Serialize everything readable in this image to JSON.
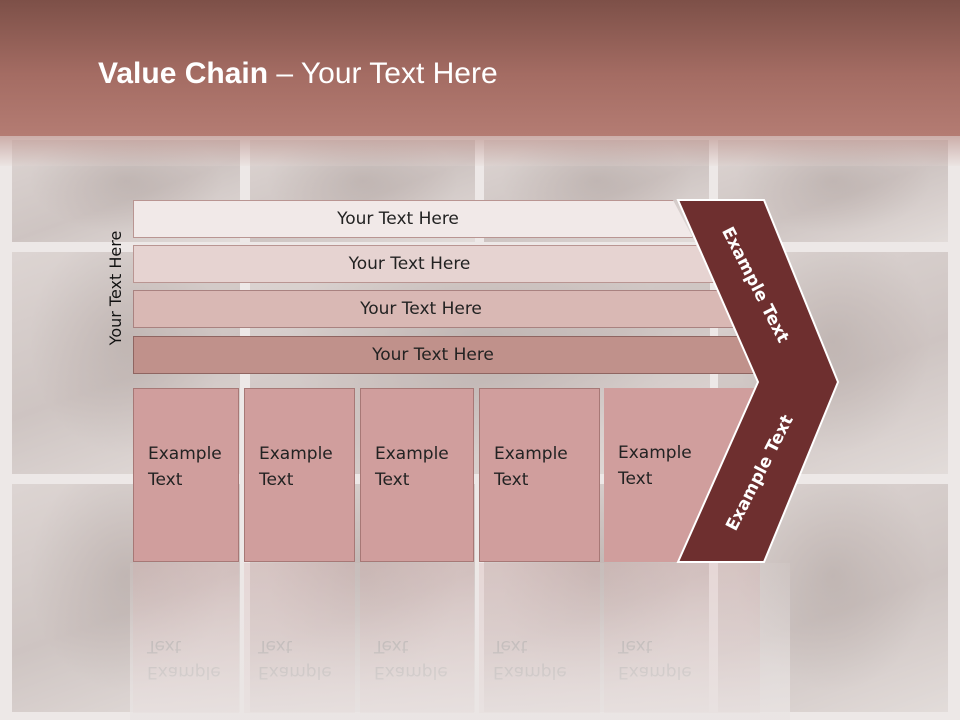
{
  "header": {
    "title_bold": "Value Chain",
    "title_rest": " – Your Text Here"
  },
  "side_label": "Your Text Here",
  "support_rows": [
    "Your Text Here",
    "Your Text Here",
    "Your Text Here",
    "Your Text Here"
  ],
  "primary_columns": [
    {
      "line1": "Example",
      "line2": "Text"
    },
    {
      "line1": "Example",
      "line2": "Text"
    },
    {
      "line1": "Example",
      "line2": "Text"
    },
    {
      "line1": "Example",
      "line2": "Text"
    },
    {
      "line1": "Example",
      "line2": "Text"
    }
  ],
  "chevron": {
    "upper_label": "Example Text",
    "lower_label": "Example Text"
  },
  "colors": {
    "header": "#a46c63",
    "chevron": "#6e2f2f",
    "column_fill": "#d09e9d",
    "row_fills": [
      "#f1e9e8",
      "#e6d3d1",
      "#d9b8b4",
      "#c0918b"
    ]
  }
}
